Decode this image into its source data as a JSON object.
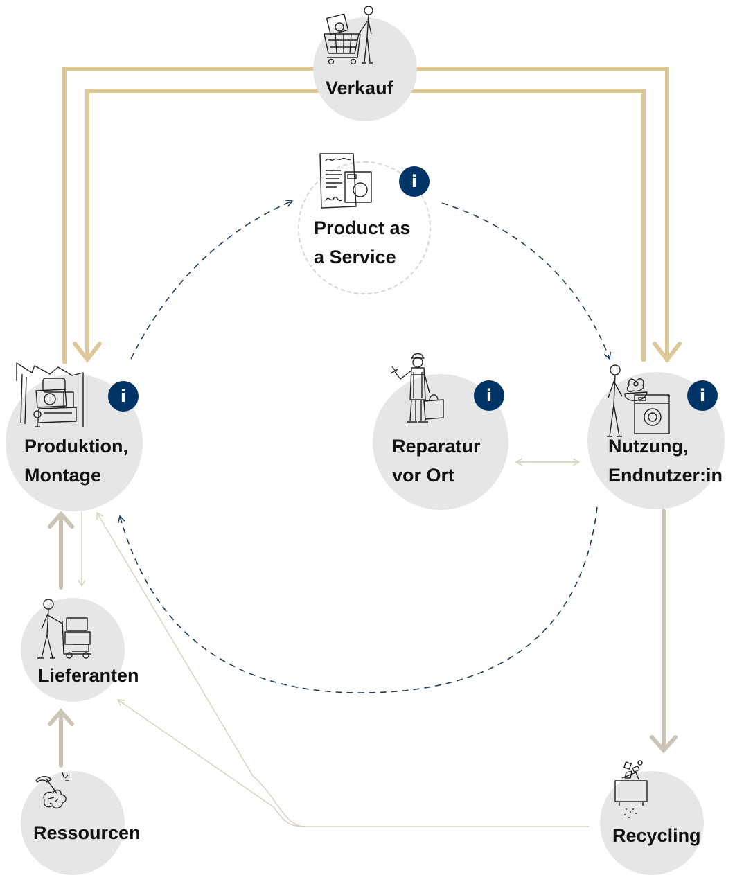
{
  "colors": {
    "node_fill": "#e6e6e6",
    "flow_gold": "#dcc899",
    "flow_taupe": "#ccc4b4",
    "thin_line": "#d8d2be",
    "dashed_navy": "#1c3e5c",
    "info_button": "#003466"
  },
  "nodes": {
    "verkauf": {
      "label": "Verkauf",
      "icon": "shopping-cart-icon"
    },
    "paas": {
      "label_line1": "Product as",
      "label_line2": "a Service",
      "icon": "contract-icon"
    },
    "produktion": {
      "label_line1": "Produktion,",
      "label_line2": "Montage",
      "icon": "factory-icon"
    },
    "reparatur": {
      "label_line1": "Reparatur",
      "label_line2": "vor Ort",
      "icon": "repair-worker-icon"
    },
    "nutzung": {
      "label_line1": "Nutzung,",
      "label_line2": "Endnutzer:in",
      "icon": "washing-machine-user-icon"
    },
    "lieferanten": {
      "label": "Lieferanten",
      "icon": "delivery-cart-icon"
    },
    "ressourcen": {
      "label": "Ressourcen",
      "icon": "pickaxe-ore-icon"
    },
    "recycling": {
      "label": "Recycling",
      "icon": "recycling-bin-icon"
    }
  },
  "info_button": {
    "glyph": "i"
  }
}
